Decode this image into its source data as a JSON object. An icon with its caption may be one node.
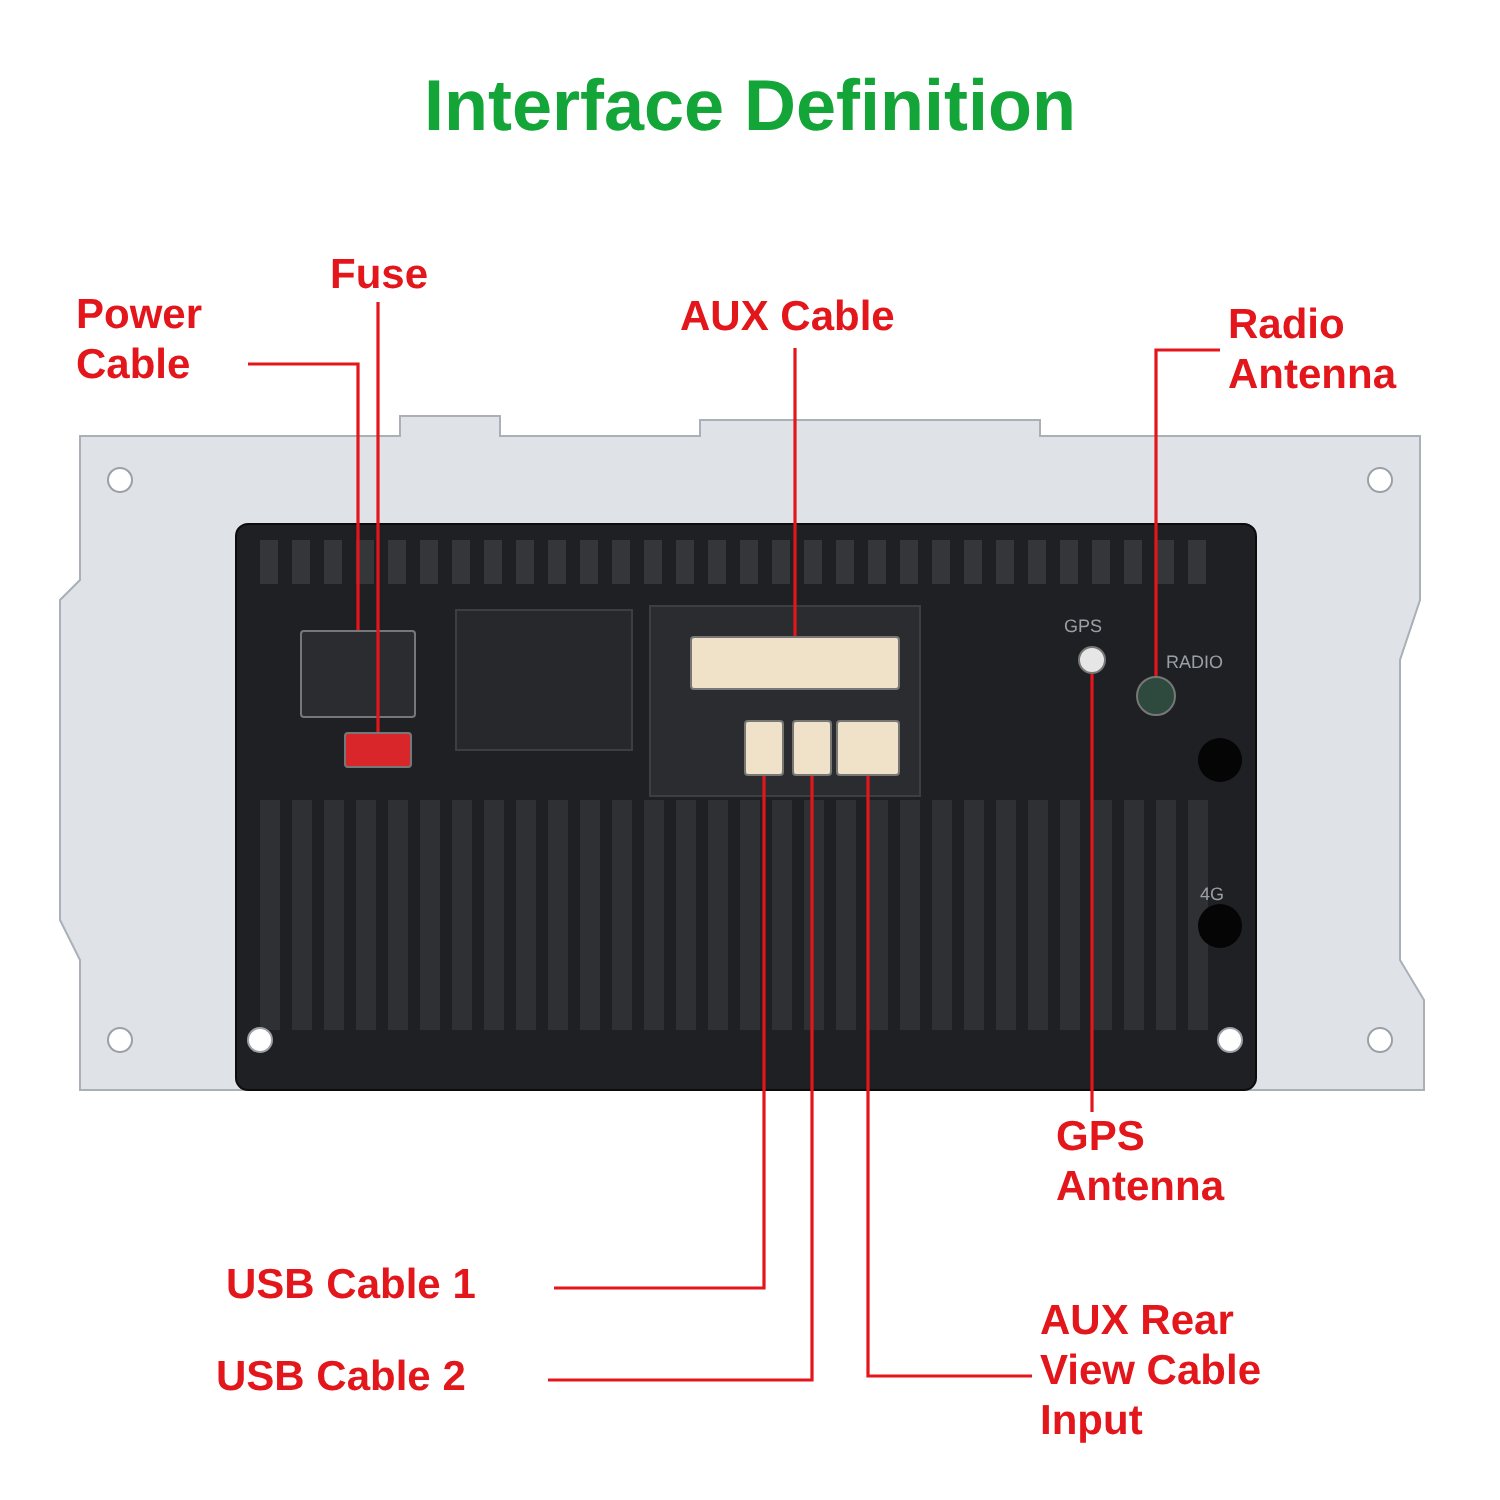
{
  "diagram": {
    "title": "Interface Definition",
    "nodes": [
      {
        "text": [
          "Power Cable"
        ]
      },
      {
        "text": [
          "Fuse"
        ]
      },
      {
        "text": [
          "AUX Cable"
        ]
      },
      {
        "text": [
          "Radio Antenna"
        ]
      },
      {
        "text": [
          "GPS Antenna"
        ]
      },
      {
        "text": [
          "USB Cable 1"
        ]
      },
      {
        "text": [
          "USB Cable 2"
        ]
      },
      {
        "text": [
          "AUX Rear View Cable Input"
        ]
      },
      {
        "text": [],
        "shape": "box"
      },
      {
        "text": [],
        "shape": "box"
      },
      {
        "text": [],
        "shape": "box"
      },
      {
        "text": [],
        "shape": "circle"
      },
      {
        "text": [],
        "shape": "circle"
      },
      {
        "text": [],
        "shape": "box"
      },
      {
        "text": [],
        "shape": "box"
      },
      {
        "text": [],
        "shape": "box"
      }
    ],
    "edges": [
      {
        "from": 0,
        "to": 8,
        "arrow": "none"
      },
      {
        "from": 1,
        "to": 9,
        "arrow": "none"
      },
      {
        "from": 2,
        "to": 10,
        "arrow": "none"
      },
      {
        "from": 3,
        "to": 11,
        "arrow": "none"
      },
      {
        "from": 4,
        "to": 12,
        "arrow": "none"
      },
      {
        "from": 5,
        "to": 13,
        "arrow": "none"
      },
      {
        "from": 6,
        "to": 14,
        "arrow": "none"
      },
      {
        "from": 7,
        "to": 15,
        "arrow": "none"
      }
    ],
    "labels": [
      "GPS",
      "RADIO",
      "4G"
    ]
  }
}
